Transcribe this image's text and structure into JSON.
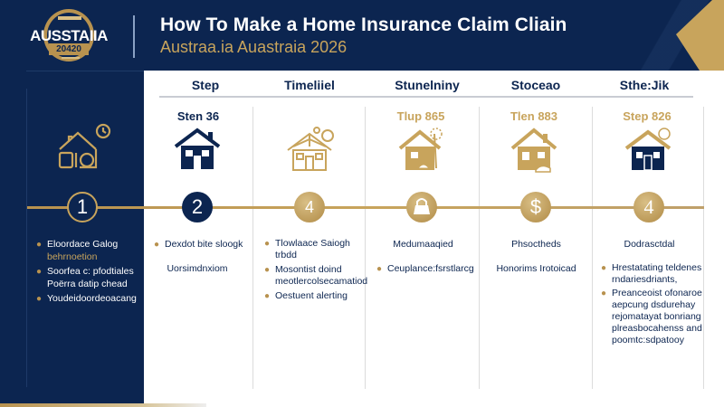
{
  "header": {
    "logo": {
      "text": "AUSSTAIIA",
      "year": "20420"
    },
    "title": "How To Make a Home Insurance Claim Cliain",
    "subtitle": "Austraa.ia Auastraia 2026",
    "colors": {
      "navy": "#0c2550",
      "gold": "#c8a45c"
    }
  },
  "columns": {
    "headers": [
      "Step",
      "Timeliiel",
      "Stunelniny",
      "Stoceao",
      "Sthe:Jik"
    ]
  },
  "steps": [
    {
      "label": "",
      "icon": "house-with-clock-outline-icon",
      "number": "1",
      "circle_style": "outline",
      "items": [
        {
          "text": "Eloordace Galog",
          "bullet": true
        },
        {
          "text": "behrnoetion",
          "bullet": false,
          "gold": true
        },
        {
          "text": "Soorfea c: pfodtiales",
          "bullet": true
        },
        {
          "text": "Poërra datip chead",
          "bullet": false
        },
        {
          "text": "Youdeidoordeoacang",
          "bullet": true
        }
      ]
    },
    {
      "label": "Sten 36",
      "label_color": "#0c2550",
      "icon": "navy-house-icon",
      "number": "2",
      "circle_style": "navy",
      "items": [
        {
          "text": "Dexdot bite sloogk",
          "bullet": true
        },
        {
          "text": "Uorsimdnxiom",
          "bullet": false,
          "center": true
        }
      ]
    },
    {
      "label": "",
      "icon": "gold-outline-house-icon",
      "number": "4",
      "circle_style": "gold",
      "items": [
        {
          "text": "Tlowlaace Saiogh",
          "bullet": true
        },
        {
          "text": "trbdd",
          "bullet": false
        },
        {
          "text": "Mosontist doind",
          "bullet": true
        },
        {
          "text": "meotlercolsecamatiod",
          "bullet": false
        },
        {
          "text": "Oestuent alerting",
          "bullet": true
        }
      ]
    },
    {
      "label": "Tlup 865",
      "label_color": "#c8a45c",
      "icon": "gold-house-repair-icon",
      "number": "lock",
      "circle_style": "gold",
      "heading": "Medumaaqied",
      "items": [
        {
          "text": "Ceuplance:fsrstlarcg",
          "bullet": true
        }
      ]
    },
    {
      "label": "Tlen 883",
      "label_color": "#c8a45c",
      "icon": "gold-house-car-icon",
      "number": "$",
      "circle_style": "gold",
      "heading": "Phsoctheds",
      "items": [
        {
          "text": "Honorims Irotoicad",
          "bullet": false
        }
      ]
    },
    {
      "label": "Step 826",
      "label_color": "#c8a45c",
      "icon": "navy-house-gold-roof-icon",
      "number": "4",
      "circle_style": "gold",
      "heading": "Dodrasctdal",
      "items": [
        {
          "text": "Hrestatating teldenes",
          "bullet": true
        },
        {
          "text": "rndariesdriants,",
          "bullet": false
        },
        {
          "text": "Preanceoist ofonaroe",
          "bullet": true
        },
        {
          "text": "aepcung dsdurehay",
          "bullet": false
        },
        {
          "text": "rejomatayat bonriang",
          "bullet": false
        },
        {
          "text": "plreasbocahenss and",
          "bullet": false
        },
        {
          "text": "poomtc:sdpatooy",
          "bullet": false
        }
      ]
    }
  ]
}
